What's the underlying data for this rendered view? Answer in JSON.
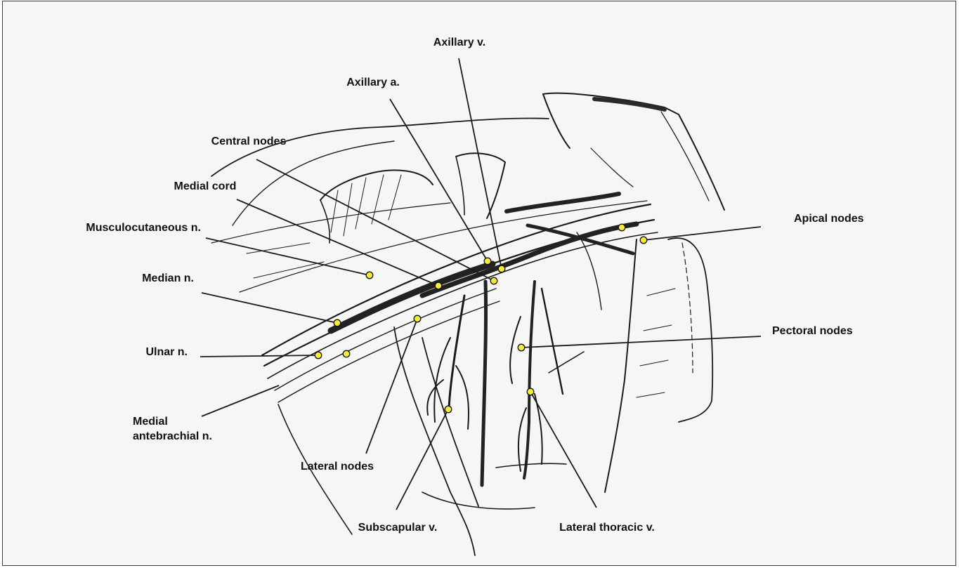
{
  "colors": {
    "background": "#f6f6f4",
    "ink": "#1a1a1a",
    "node_marker": "#f4ec3c"
  },
  "labels": {
    "axillary_v": "Axillary v.",
    "axillary_a": "Axillary a.",
    "central_nodes": "Central nodes",
    "medial_cord": "Medial cord",
    "musculocutaneous_n": "Musculocutaneous n.",
    "median_n": "Median n.",
    "ulnar_n": "Ulnar n.",
    "medial_antebrachial_n_line1": "Medial",
    "medial_antebrachial_n_line2": "antebrachial n.",
    "lateral_nodes": "Lateral nodes",
    "subscapular_v": "Subscapular v.",
    "lateral_thoracic_v": "Lateral thoracic v.",
    "apical_nodes": "Apical nodes",
    "pectoral_nodes": "Pectoral nodes"
  }
}
